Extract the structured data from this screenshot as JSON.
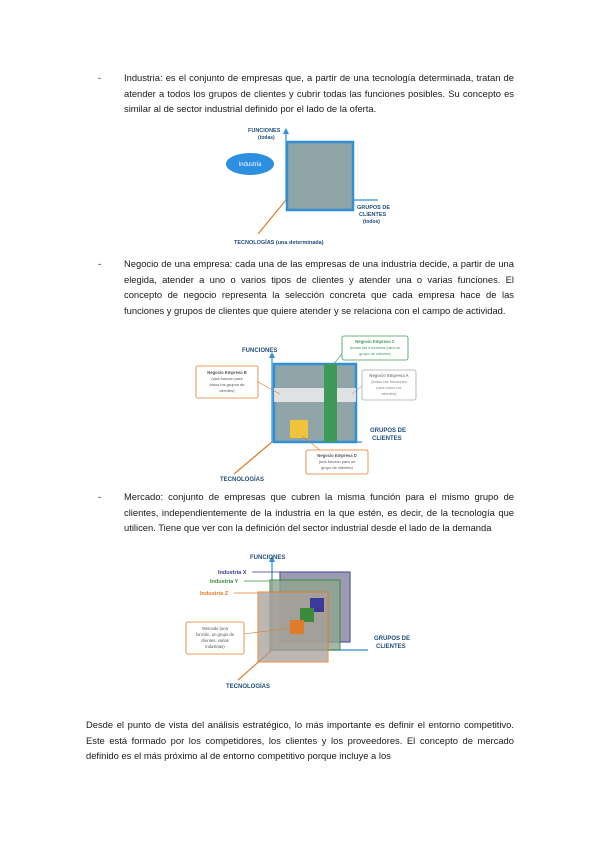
{
  "bullets": [
    {
      "dash": "-",
      "text": "Industria: es el conjunto de empresas que, a partir de una tecnología determinada, tratan de atender a todos los grupos de clientes y cubrir todas las funciones posibles. Su concepto es similar al de sector industrial definido por el lado de la oferta."
    },
    {
      "dash": "-",
      "text": "Negocio de una empresa: cada una de las empresas de una industria decide, a partir de una elegida, atender a uno o varios tipos de clientes y atender una o varias funciones. El concepto de negocio representa la selección concreta que cada empresa hace de las funciones y grupos de clientes que quiere atender y se relaciona con el campo de actividad."
    },
    {
      "dash": "-",
      "text": "Mercado: conjunto de empresas que cubren la misma función para el mismo grupo de clientes, independientemente de la industria en la que estén, es decir, de la tecnología que utilicen. Tiene que ver con la definición del sector industrial desde el lado de la demanda"
    }
  ],
  "figure1": {
    "axis_y": "FUNCIONES",
    "axis_y_sub": "(todas)",
    "axis_x": "GRUPOS DE",
    "axis_x2": "CLIENTES",
    "axis_x_sub": "(todos)",
    "axis_z": "TECNOLOGÍAS (una determinada)",
    "bubble": "Industria"
  },
  "figure2": {
    "axis_y": "FUNCIONES",
    "axis_x": "GRUPOS DE",
    "axis_x2": "CLIENTES",
    "axis_z": "TECNOLOGÍAS",
    "box_c": [
      "Negocio Empresa C",
      "(todas las funciones para un",
      "grupo de clientes)"
    ],
    "box_b": [
      "Negocio Empresa B",
      "(una función para",
      "todos los grupos de",
      "clientes)"
    ],
    "box_a": [
      "Negocio Empresa A",
      "(todas las funciones",
      "para todos los",
      "clientes)"
    ],
    "box_d": [
      "Negocio Empresa D",
      "(una función para un",
      "grupo de clientes)"
    ]
  },
  "figure3": {
    "axis_y": "FUNCIONES",
    "ind_x": "Industria X",
    "ind_y": "Industria Y",
    "ind_z": "Industria Z",
    "axis_x": "GRUPOS DE",
    "axis_x2": "CLIENTES",
    "axis_z": "TECNOLOGÍAS",
    "box_m": [
      "Mercado (una",
      "función, un grupo de",
      "clientes, varias",
      "industrias)"
    ]
  },
  "paragraph": "Desde el punto de vista del análisis estratégico, lo más importante es definir el entorno competitivo. Este está formado por los competidores, los clientes y los proveedores. El concepto de mercado definido es el más próximo al de entorno competitivo porque incluye a los",
  "colors": {
    "accent_blue": "#2f8fd8",
    "axis_orange": "#e07b2a",
    "cube_fill": "#8fa5a8",
    "bubble_blue": "#2d8fe0",
    "green_bar": "#3f9a5a",
    "yellow_cube": "#f0c43a",
    "industry_x": "#3b3a9a",
    "industry_y": "#3d8a3d",
    "industry_z": "#e07b2a"
  }
}
